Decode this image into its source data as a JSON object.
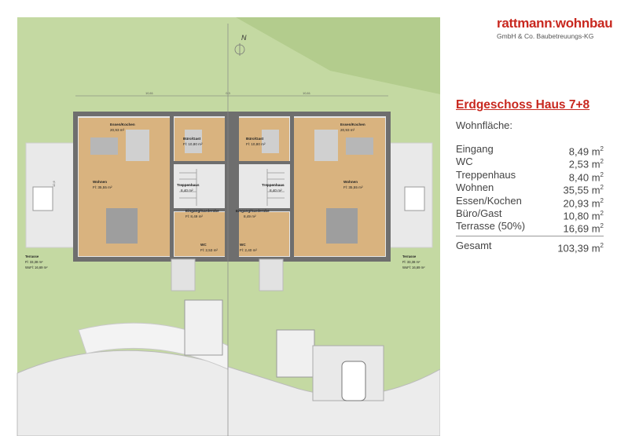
{
  "brand": {
    "name_bold": "rattmann",
    "name_sep": ":",
    "name_rest": "wohnbau",
    "sub": "GmbH & Co. Baubetreuungs-KG"
  },
  "plan": {
    "compass": "N",
    "dim_left": "10,61",
    "dim_right": "10,61",
    "dim_mid": "0,3",
    "dim_side": "12,6",
    "rooms": {
      "essen_l": {
        "name": "Essen/Kochen",
        "area": "20,93 m²"
      },
      "essen_r": {
        "name": "Essen/Kochen",
        "area": "20,93 m²"
      },
      "buero_l": {
        "name": "Büro/Gast",
        "area": "Fl: 10,80 m²"
      },
      "buero_r": {
        "name": "Büro/Gast",
        "area": "Fl: 10,80 m²"
      },
      "wohnen_l": {
        "name": "Wohnen",
        "area": "Fl: 35,55 m²"
      },
      "wohnen_r": {
        "name": "Wohnen",
        "area": "Fl: 35,55 m²"
      },
      "treppe_l": {
        "name": "Treppenhaus",
        "area": "8,40 m²"
      },
      "treppe_r": {
        "name": "Treppenhaus",
        "area": "8,40 m²"
      },
      "eingang_l": {
        "name": "Eingang/Garderobe",
        "area": "Fl: 8,49 m²"
      },
      "eingang_r": {
        "name": "Eingang/Garderobe",
        "area": "8,49 m²"
      },
      "wc_l": {
        "name": "WC",
        "area": "Fl: 2,53 m²"
      },
      "wc_r": {
        "name": "WC",
        "area": "Fl: 2,40 m²"
      },
      "terr_l": {
        "name": "Terrasse",
        "fl": "Fl: 33,38 m²",
        "wofl": "WoFl: 16,69 m²"
      },
      "terr_r": {
        "name": "Terrasse",
        "fl": "Fl: 33,38 m²",
        "wofl": "WoFl: 16,69 m²"
      }
    }
  },
  "title": "Erdgeschoss Haus 7+8",
  "subtitle": "Wohnfläche:",
  "unit": "m",
  "unit_exp": "2",
  "areas": [
    {
      "label": "Eingang",
      "value": "8,49"
    },
    {
      "label": "WC",
      "value": "2,53"
    },
    {
      "label": "Treppenhaus",
      "value": "8,40"
    },
    {
      "label": "Wohnen",
      "value": "35,55"
    },
    {
      "label": "Essen/Kochen",
      "value": "20,93"
    },
    {
      "label": "Büro/Gast",
      "value": "10,80"
    },
    {
      "label": "Terrasse (50%)",
      "value": "16,69"
    }
  ],
  "total": {
    "label": "Gesamt",
    "value": "103,39"
  },
  "colors": {
    "grass": "#c4d9a2",
    "floor": "#d9b37f",
    "wall": "#6e6e6e",
    "terrace": "#e9e9e9",
    "accent": "#c8281f"
  }
}
